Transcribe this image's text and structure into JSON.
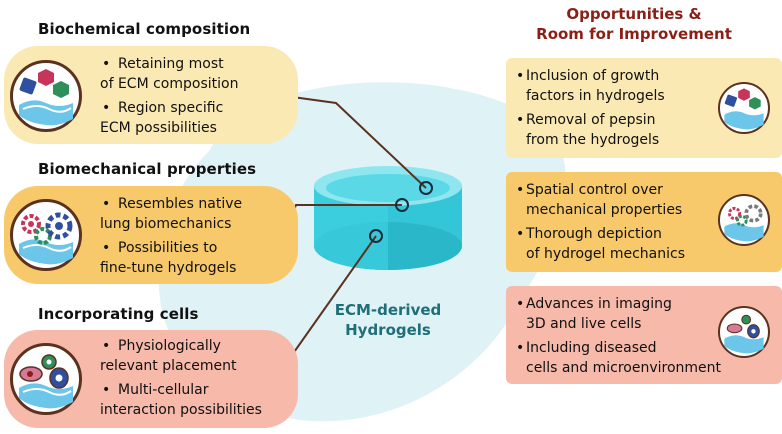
{
  "left_sections": [
    {
      "title": "Biochemical composition",
      "icon": "molecule-shapes-icon",
      "bullets": [
        [
          "Retaining most",
          "of ECM composition"
        ],
        [
          "Region specific",
          "ECM possibilities"
        ]
      ]
    },
    {
      "title": "Biomechanical properties",
      "icon": "gears-icon",
      "bullets": [
        [
          "Resembles native",
          "lung biomechanics"
        ],
        [
          "Possibilities to",
          "fine-tune hydrogels"
        ]
      ]
    },
    {
      "title": "Incorporating cells",
      "icon": "cells-icon",
      "bullets": [
        [
          "Physiologically",
          "relevant placement"
        ],
        [
          "Multi-cellular",
          "interaction possibilities"
        ]
      ]
    }
  ],
  "center": {
    "label_line1": "ECM-derived",
    "label_line2": "Hydrogels"
  },
  "right": {
    "title_line1": "Opportunities &",
    "title_line2": "Room for Improvement",
    "boxes": [
      {
        "icon": "molecule-shapes-icon",
        "bullets": [
          [
            "Inclusion of growth",
            "factors in hydrogels"
          ],
          [
            "Removal of pepsin",
            "from the hydrogels"
          ]
        ]
      },
      {
        "icon": "gears-icon",
        "bullets": [
          [
            "Spatial control over",
            "mechanical properties"
          ],
          [
            "Thorough depiction",
            "of hydrogel mechanics"
          ]
        ]
      },
      {
        "icon": "cells-icon",
        "bullets": [
          [
            "Advances in imaging",
            "3D and live cells"
          ],
          [
            "Including diseased",
            "cells and microenvironment"
          ]
        ]
      }
    ]
  },
  "colors": {
    "section1": "#fbe9b3",
    "section2": "#f8c96a",
    "section3": "#f6b9aa",
    "hydrogel": "#3ccfe0",
    "connector": "#5b3220",
    "right_title": "#8b1f16",
    "center_label": "#1f6f78"
  }
}
